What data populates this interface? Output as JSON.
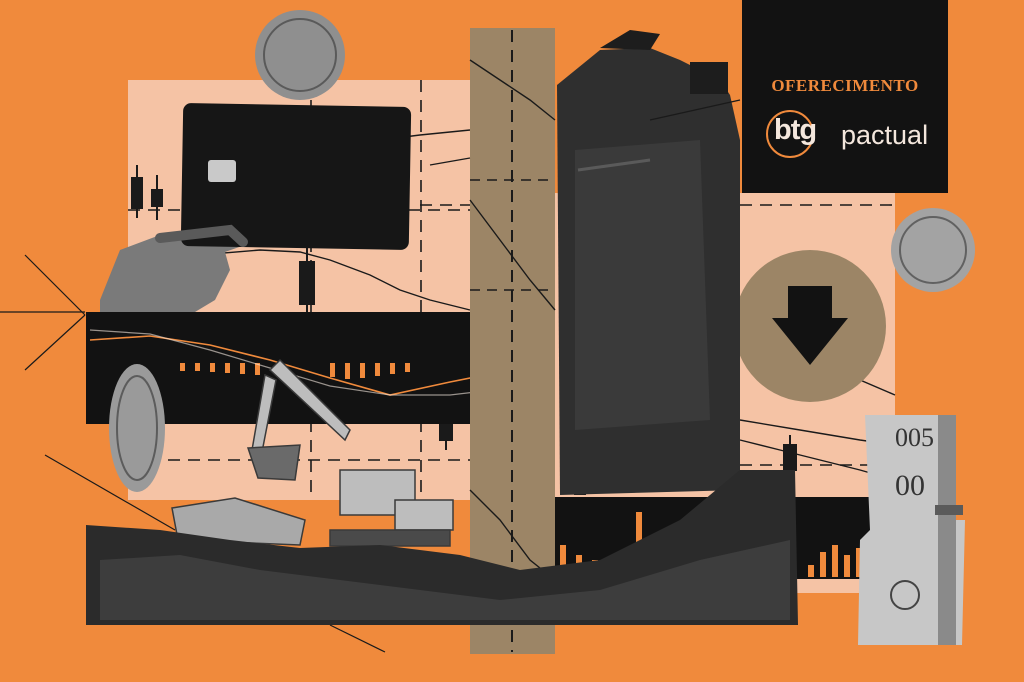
{
  "sponsor": {
    "label": "OFERECIMENTO",
    "brand_prefix": "btg",
    "brand_suffix": "pactual"
  },
  "colors": {
    "background": "#f08a3c",
    "panel": "#f5c3a5",
    "dark": "#121212",
    "tan": "#9c8566",
    "cream": "#f4e7dd"
  },
  "icons": [
    "down-arrow-icon",
    "coin-icon",
    "credit-card-icon",
    "jerrycan-icon",
    "excavator-icon",
    "dump-truck-icon",
    "banknote-roll-icon"
  ]
}
